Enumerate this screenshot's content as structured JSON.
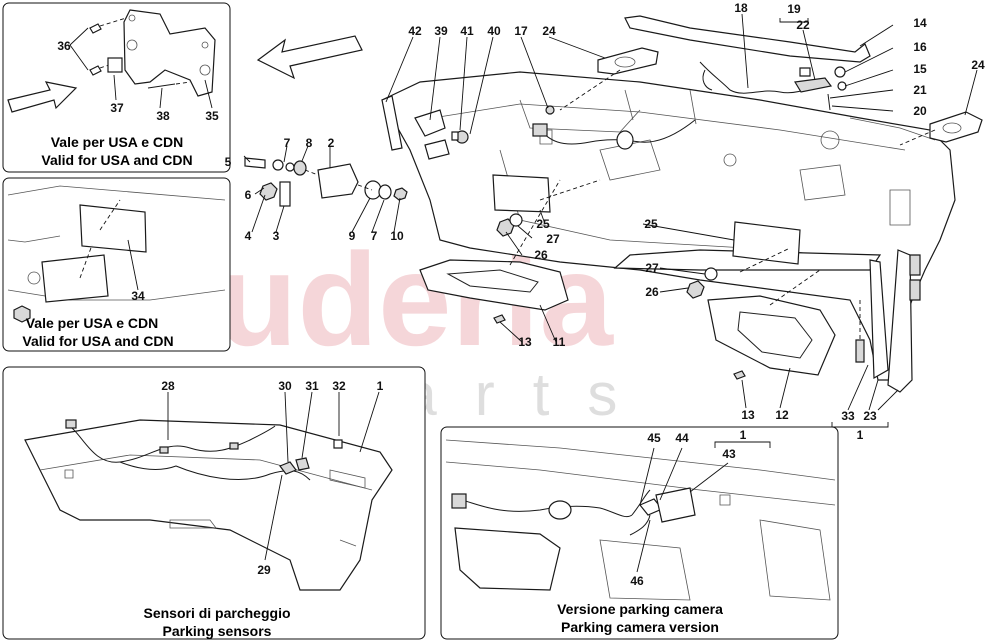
{
  "watermark": {
    "brand": "scuderia",
    "sub": "car parts"
  },
  "panels": {
    "usa_top": {
      "line1": "Vale per USA e CDN",
      "line2": "Valid for USA and CDN"
    },
    "usa_mid": {
      "line1": "Vale per USA e CDN",
      "line2": "Valid for USA and CDN"
    },
    "parking_sensors": {
      "line1": "Sensori di parcheggio",
      "line2": "Parking sensors"
    },
    "parking_camera": {
      "line1": "Versione parking camera",
      "line2": "Parking camera version"
    }
  },
  "callouts": [
    "1",
    "2",
    "3",
    "4",
    "5",
    "6",
    "7",
    "8",
    "9",
    "10",
    "11",
    "12",
    "13",
    "14",
    "15",
    "16",
    "17",
    "18",
    "19",
    "20",
    "21",
    "22",
    "23",
    "24",
    "25",
    "26",
    "27",
    "28",
    "29",
    "30",
    "31",
    "32",
    "33",
    "34",
    "35",
    "36",
    "37",
    "38",
    "39",
    "40",
    "41",
    "42",
    "43",
    "44",
    "45",
    "46"
  ]
}
